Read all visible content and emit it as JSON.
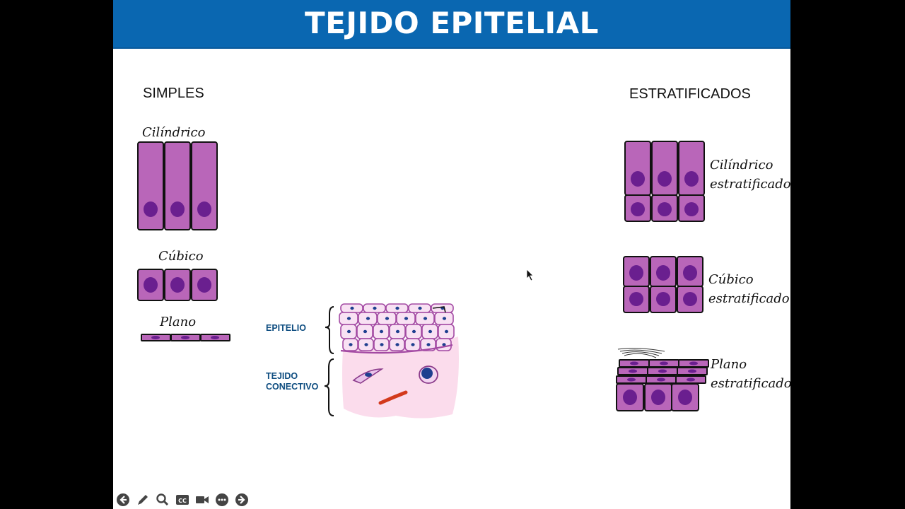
{
  "slide": {
    "title": "TEJIDO EPITELIAL",
    "simples": {
      "heading": "SIMPLES",
      "cilindrico": "Cilíndrico",
      "cubico": "Cúbico",
      "plano": "Plano"
    },
    "estratificados": {
      "heading": "ESTRATIFICADOS",
      "cilindrico_line1": "Cilíndrico",
      "cilindrico_line2": "estratificado",
      "cubico_line1": "Cúbico",
      "cubico_line2": "estratificado",
      "plano_line1": "Plano",
      "plano_line2": "estratificado"
    },
    "figure": {
      "epitelio": "EPITELIO",
      "tejido_line1": "TEJIDO",
      "tejido_line2": "CONECTIVO"
    }
  },
  "colors": {
    "title_bar": "#0a67b1",
    "cell_fill": "#b966b9",
    "nucleus": "#6a1f8f",
    "connective": "#fbdcec",
    "label_blue": "#0e4d80"
  },
  "toolbar": {
    "icons": [
      "arrow-left-icon",
      "pen-icon",
      "magnifier-icon",
      "captions-icon",
      "video-camera-icon",
      "more-icon",
      "arrow-right-icon"
    ]
  }
}
